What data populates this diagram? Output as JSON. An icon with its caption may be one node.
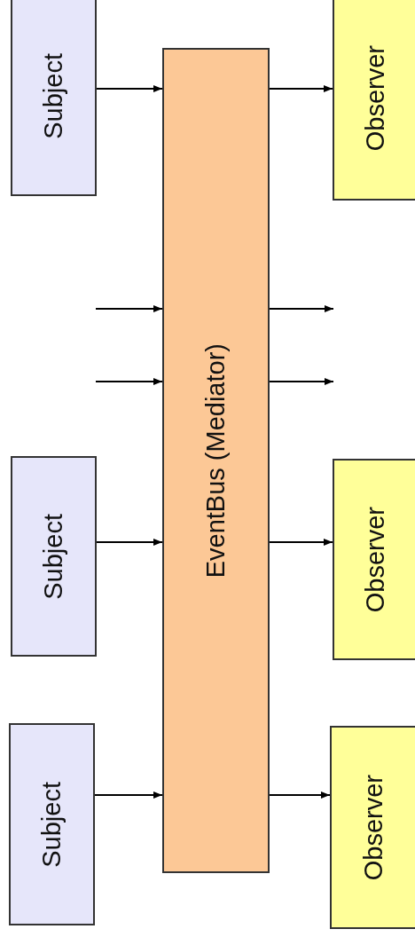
{
  "diagram": {
    "nodes": [
      {
        "text": [
          "Subject"
        ]
      },
      {
        "text": [
          "Subject"
        ]
      },
      {
        "text": [
          "Subject"
        ]
      },
      {
        "text": [
          "EventBus (Mediator)"
        ]
      },
      {
        "text": [
          "Observer"
        ]
      },
      {
        "text": [
          "Observer"
        ]
      },
      {
        "text": [
          "Observer"
        ]
      }
    ],
    "edges": [
      {
        "from": 0,
        "to": 3,
        "arrow": "to"
      },
      {
        "from": null,
        "to": 3,
        "arrow": "to"
      },
      {
        "from": null,
        "to": 3,
        "arrow": "to"
      },
      {
        "from": 1,
        "to": 3,
        "arrow": "to"
      },
      {
        "from": 2,
        "to": 3,
        "arrow": "to"
      },
      {
        "from": 3,
        "to": 4,
        "arrow": "to"
      },
      {
        "from": 3,
        "to": null,
        "arrow": "to"
      },
      {
        "from": 3,
        "to": null,
        "arrow": "to"
      },
      {
        "from": 3,
        "to": 5,
        "arrow": "to"
      },
      {
        "from": 3,
        "to": 6,
        "arrow": "to"
      }
    ]
  }
}
